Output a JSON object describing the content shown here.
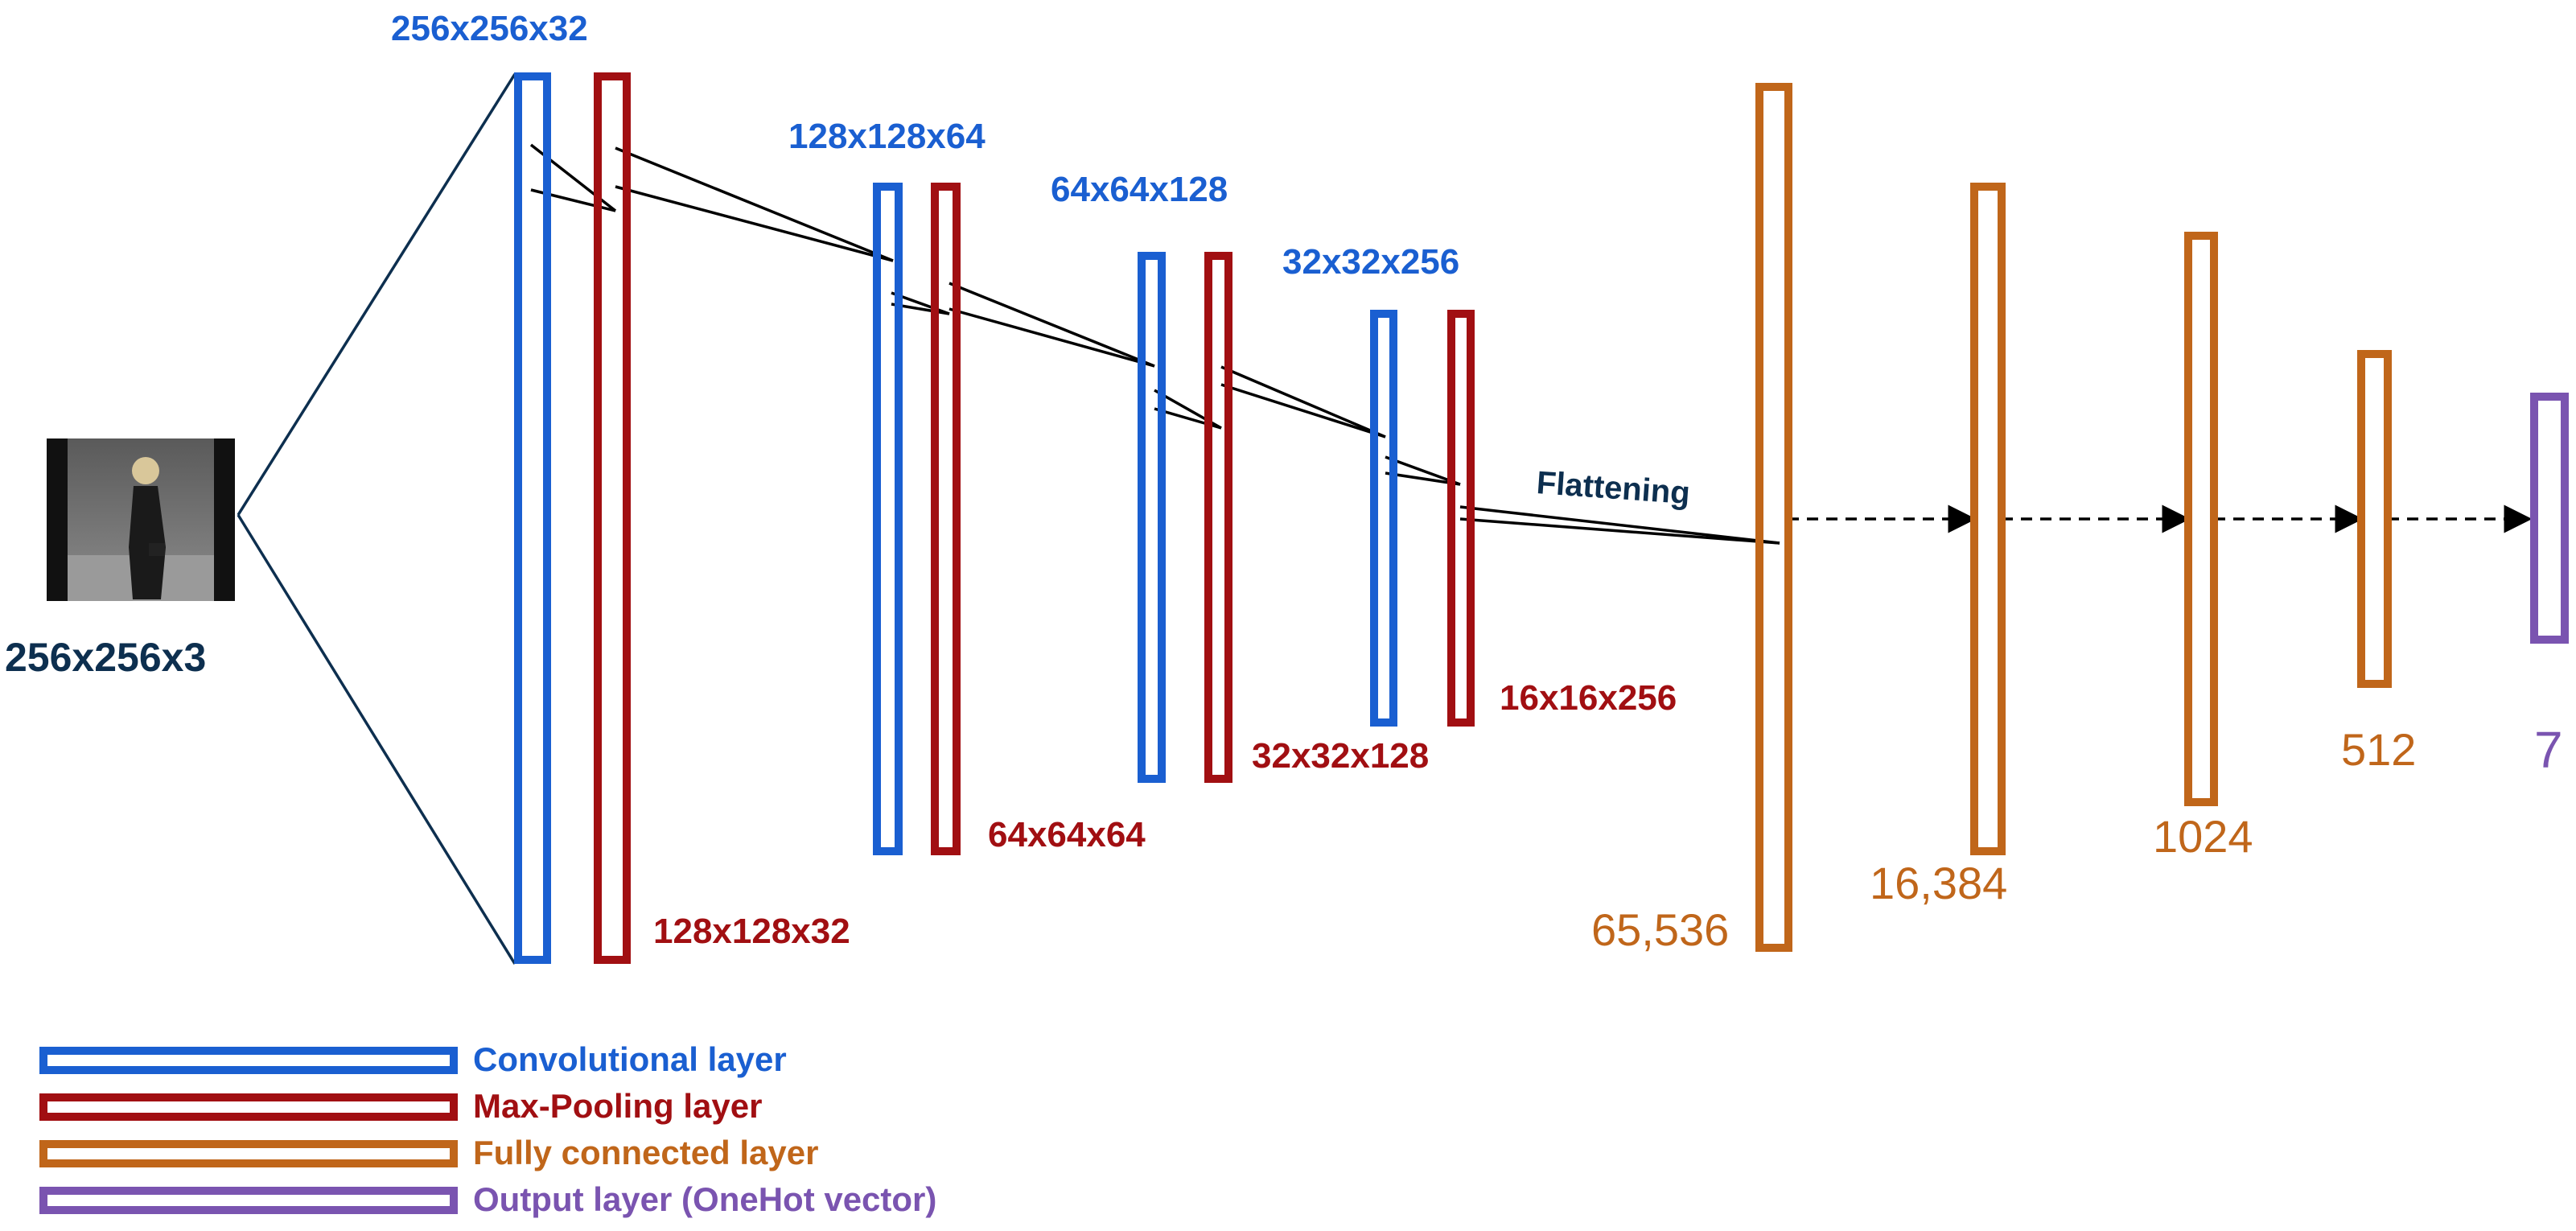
{
  "input": {
    "dims": "256x256x3",
    "image": "photo of a person standing, wearing dark clothes"
  },
  "conv_labels": [
    "256x256x32",
    "128x128x64",
    "64x64x128",
    "32x32x256"
  ],
  "pool_labels": [
    "128x128x32",
    "64x64x64",
    "32x32x128",
    "16x16x256"
  ],
  "flatten_label": "Flattening",
  "fc_labels": [
    "65,536",
    "16,384",
    "1024",
    "512"
  ],
  "output_label": "7",
  "legend": [
    {
      "label": "Convolutional layer",
      "color": "#1a5fd1"
    },
    {
      "label": "Max-Pooling layer",
      "color": "#a10f12"
    },
    {
      "label": "Fully connected layer",
      "color": "#c0661a"
    },
    {
      "label": "Output layer (OneHot vector)",
      "color": "#7a54b0"
    }
  ],
  "colors": {
    "conv": "#1a5fd1",
    "pool": "#a10f12",
    "fc": "#c0661a",
    "output": "#7a54b0",
    "line": "#0d2f4f"
  }
}
